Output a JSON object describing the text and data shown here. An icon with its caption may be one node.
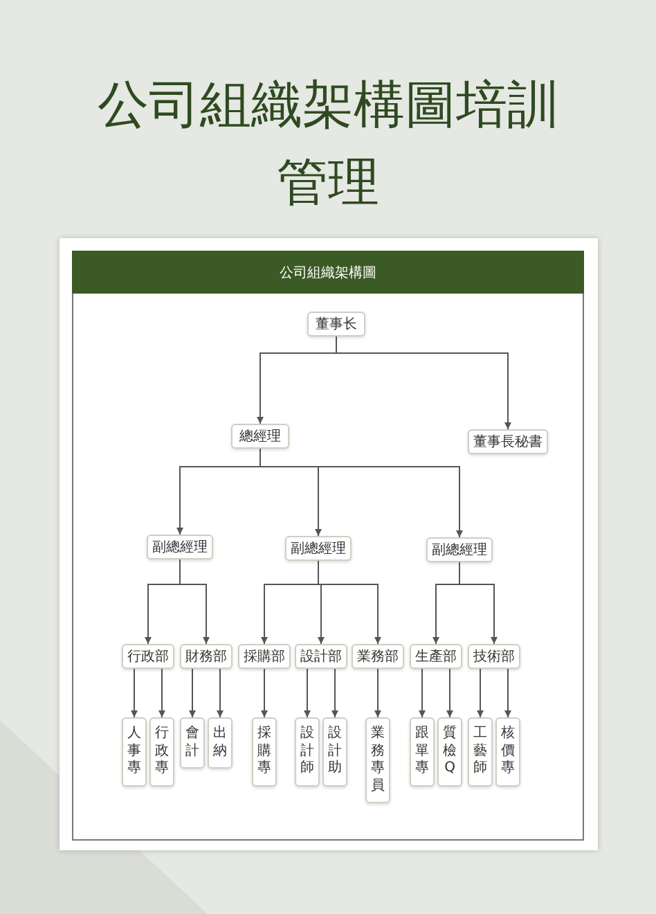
{
  "diagram": {
    "title": "公司組織架構圖培訓管理",
    "nodes": [
      {
        "text": [
          "董事长"
        ]
      },
      {
        "text": [
          "總經理"
        ]
      },
      {
        "text": [
          "董事長秘書"
        ]
      },
      {
        "text": [
          "副總經理"
        ]
      },
      {
        "text": [
          "副總經理"
        ]
      },
      {
        "text": [
          "副總經理"
        ]
      },
      {
        "text": [
          "行政部"
        ]
      },
      {
        "text": [
          "財務部"
        ]
      },
      {
        "text": [
          "採購部"
        ]
      },
      {
        "text": [
          "設計部"
        ]
      },
      {
        "text": [
          "業務部"
        ]
      },
      {
        "text": [
          "生產部"
        ]
      },
      {
        "text": [
          "技術部"
        ]
      },
      {
        "text": [
          "人事專"
        ]
      },
      {
        "text": [
          "行政專"
        ]
      },
      {
        "text": [
          "會計"
        ]
      },
      {
        "text": [
          "出納"
        ]
      },
      {
        "text": [
          "採購專"
        ]
      },
      {
        "text": [
          "設計師"
        ]
      },
      {
        "text": [
          "設計助"
        ]
      },
      {
        "text": [
          "業務專員"
        ]
      },
      {
        "text": [
          "跟單專"
        ]
      },
      {
        "text": [
          "質檢Q"
        ]
      },
      {
        "text": [
          "工藝師"
        ]
      },
      {
        "text": [
          "核價專"
        ]
      }
    ],
    "edges": [
      {
        "from": 0,
        "to": 1,
        "arrow": "to"
      },
      {
        "from": 0,
        "to": 2,
        "arrow": "to"
      },
      {
        "from": 1,
        "to": 3,
        "arrow": "to"
      },
      {
        "from": 1,
        "to": 4,
        "arrow": "to"
      },
      {
        "from": 1,
        "to": 5,
        "arrow": "to"
      },
      {
        "from": 3,
        "to": 6,
        "arrow": "to"
      },
      {
        "from": 3,
        "to": 7,
        "arrow": "to"
      },
      {
        "from": 4,
        "to": 8,
        "arrow": "to"
      },
      {
        "from": 4,
        "to": 9,
        "arrow": "to"
      },
      {
        "from": 4,
        "to": 10,
        "arrow": "to"
      },
      {
        "from": 5,
        "to": 11,
        "arrow": "to"
      },
      {
        "from": 5,
        "to": 12,
        "arrow": "to"
      },
      {
        "from": 6,
        "to": 13,
        "arrow": "to"
      },
      {
        "from": 6,
        "to": 14,
        "arrow": "to"
      },
      {
        "from": 7,
        "to": 15,
        "arrow": "to"
      },
      {
        "from": 7,
        "to": 16,
        "arrow": "to"
      },
      {
        "from": 8,
        "to": 17,
        "arrow": "to"
      },
      {
        "from": 9,
        "to": 18,
        "arrow": "to"
      },
      {
        "from": 9,
        "to": 19,
        "arrow": "to"
      },
      {
        "from": 10,
        "to": 20,
        "arrow": "to"
      },
      {
        "from": 11,
        "to": 21,
        "arrow": "to"
      },
      {
        "from": 11,
        "to": 22,
        "arrow": "to"
      },
      {
        "from": 12,
        "to": 23,
        "arrow": "to"
      },
      {
        "from": 12,
        "to": 24,
        "arrow": "to"
      }
    ],
    "labels": [
      "公司組織架構圖"
    ]
  }
}
